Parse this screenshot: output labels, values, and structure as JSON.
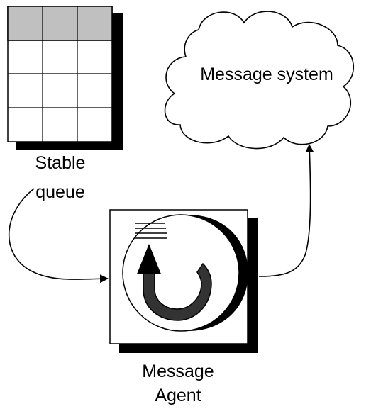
{
  "labels": {
    "queue": [
      "Stable",
      "queue"
    ],
    "cloud": "Message system",
    "agent": [
      "Message",
      "Agent"
    ]
  },
  "colors": {
    "ink": "#000000",
    "paper": "#ffffff",
    "table_header": "#c0c0c0",
    "agent_shade": "#333333"
  },
  "icons": {
    "queue": "table-icon",
    "message_system": "cloud-icon",
    "agent": "circular-arrow-icon"
  }
}
